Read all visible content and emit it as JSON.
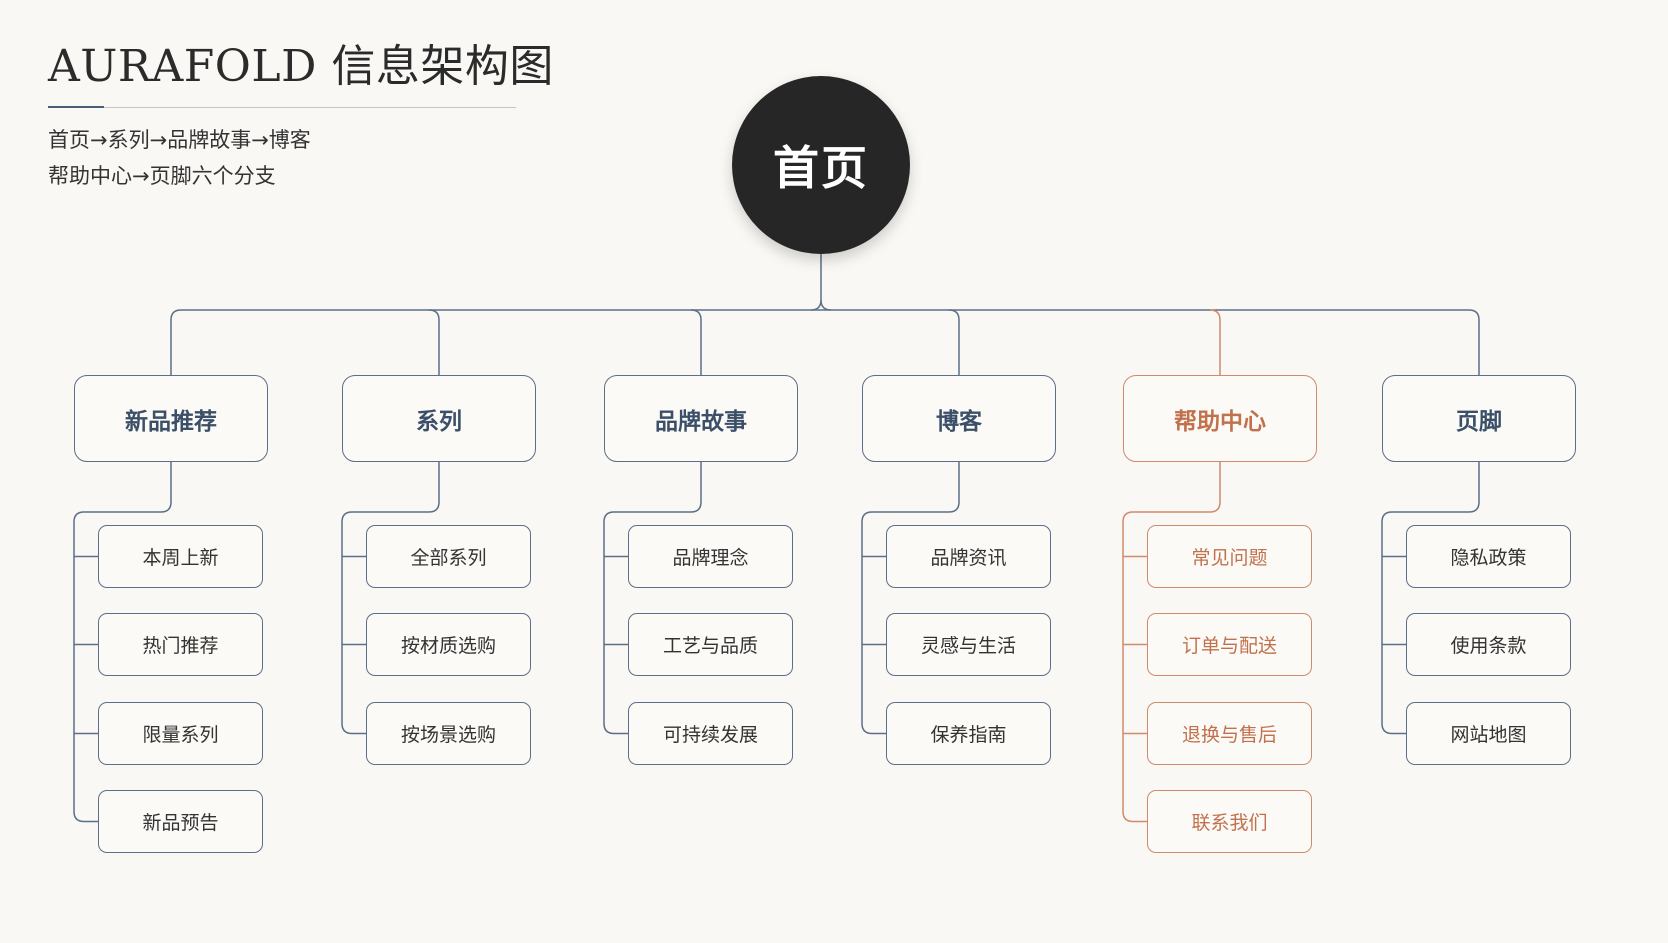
{
  "header": {
    "title": "AURAFOLD 信息架构图",
    "subtitle_line1": "首页→系列→品牌故事→博客",
    "subtitle_line2": "帮助中心→页脚六个分支"
  },
  "root": {
    "label": "首页"
  },
  "branches": [
    {
      "label": "新品推荐",
      "highlight": false,
      "children": [
        "本周上新",
        "热门推荐",
        "限量系列",
        "新品预告"
      ]
    },
    {
      "label": "系列",
      "highlight": false,
      "children": [
        "全部系列",
        "按材质选购",
        "按场景选购"
      ]
    },
    {
      "label": "品牌故事",
      "highlight": false,
      "children": [
        "品牌理念",
        "工艺与品质",
        "可持续发展"
      ]
    },
    {
      "label": "博客",
      "highlight": false,
      "children": [
        "品牌资讯",
        "灵感与生活",
        "保养指南"
      ]
    },
    {
      "label": "帮助中心",
      "highlight": true,
      "children": [
        "常见问题",
        "订单与配送",
        "退换与售后",
        "联系我们"
      ]
    },
    {
      "label": "页脚",
      "highlight": false,
      "children": [
        "隐私政策",
        "使用条款",
        "网站地图"
      ]
    }
  ],
  "colors": {
    "connector": "#5b6f88",
    "accent": "#d08a6c",
    "root_fill": "#262626",
    "background": "#faf8f4"
  }
}
